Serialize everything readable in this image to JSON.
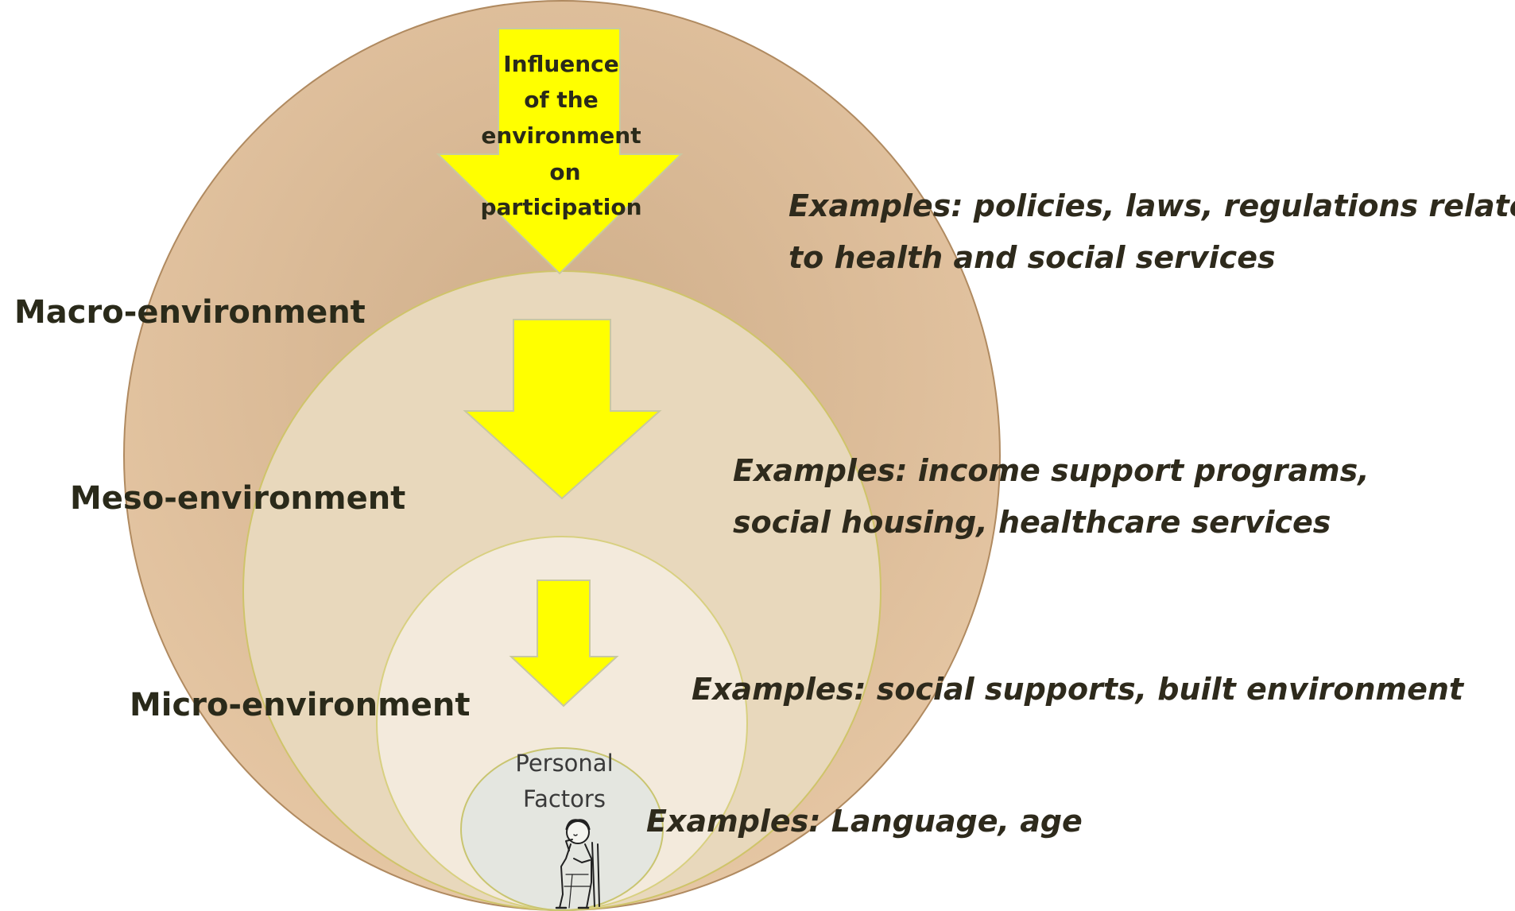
{
  "diagram": {
    "arrow_label": {
      "line1": "Influence",
      "line2": "of the",
      "line3": "environment",
      "line4": "on",
      "line5": "participation"
    },
    "levels": {
      "macro": {
        "label": "Macro-environment",
        "examples_line1": "Examples: policies, laws, regulations related",
        "examples_line2": "to health and social services"
      },
      "meso": {
        "label": "Meso-environment",
        "examples_line1": "Examples: income support programs,",
        "examples_line2": "social housing, healthcare services"
      },
      "micro": {
        "label": "Micro-environment",
        "examples_line1": "Examples: social supports, built environment"
      },
      "personal": {
        "label_line1": "Personal",
        "label_line2": "Factors",
        "examples_line1": "Examples: Language, age"
      }
    },
    "colors": {
      "macro_fill": "#dbb894",
      "macro_stroke": "#b08a60",
      "meso_fill": "#e8d8bc",
      "meso_stroke": "#cfc46a",
      "micro_fill": "#f3eadc",
      "micro_stroke": "#d8d080",
      "personal_fill": "#e4e6e0",
      "personal_stroke": "#c9c570",
      "arrow_fill": "#ffff00",
      "arrow_stroke": "#c8c8a0"
    },
    "icons": {
      "person": "seated-person-thinking-icon"
    }
  }
}
